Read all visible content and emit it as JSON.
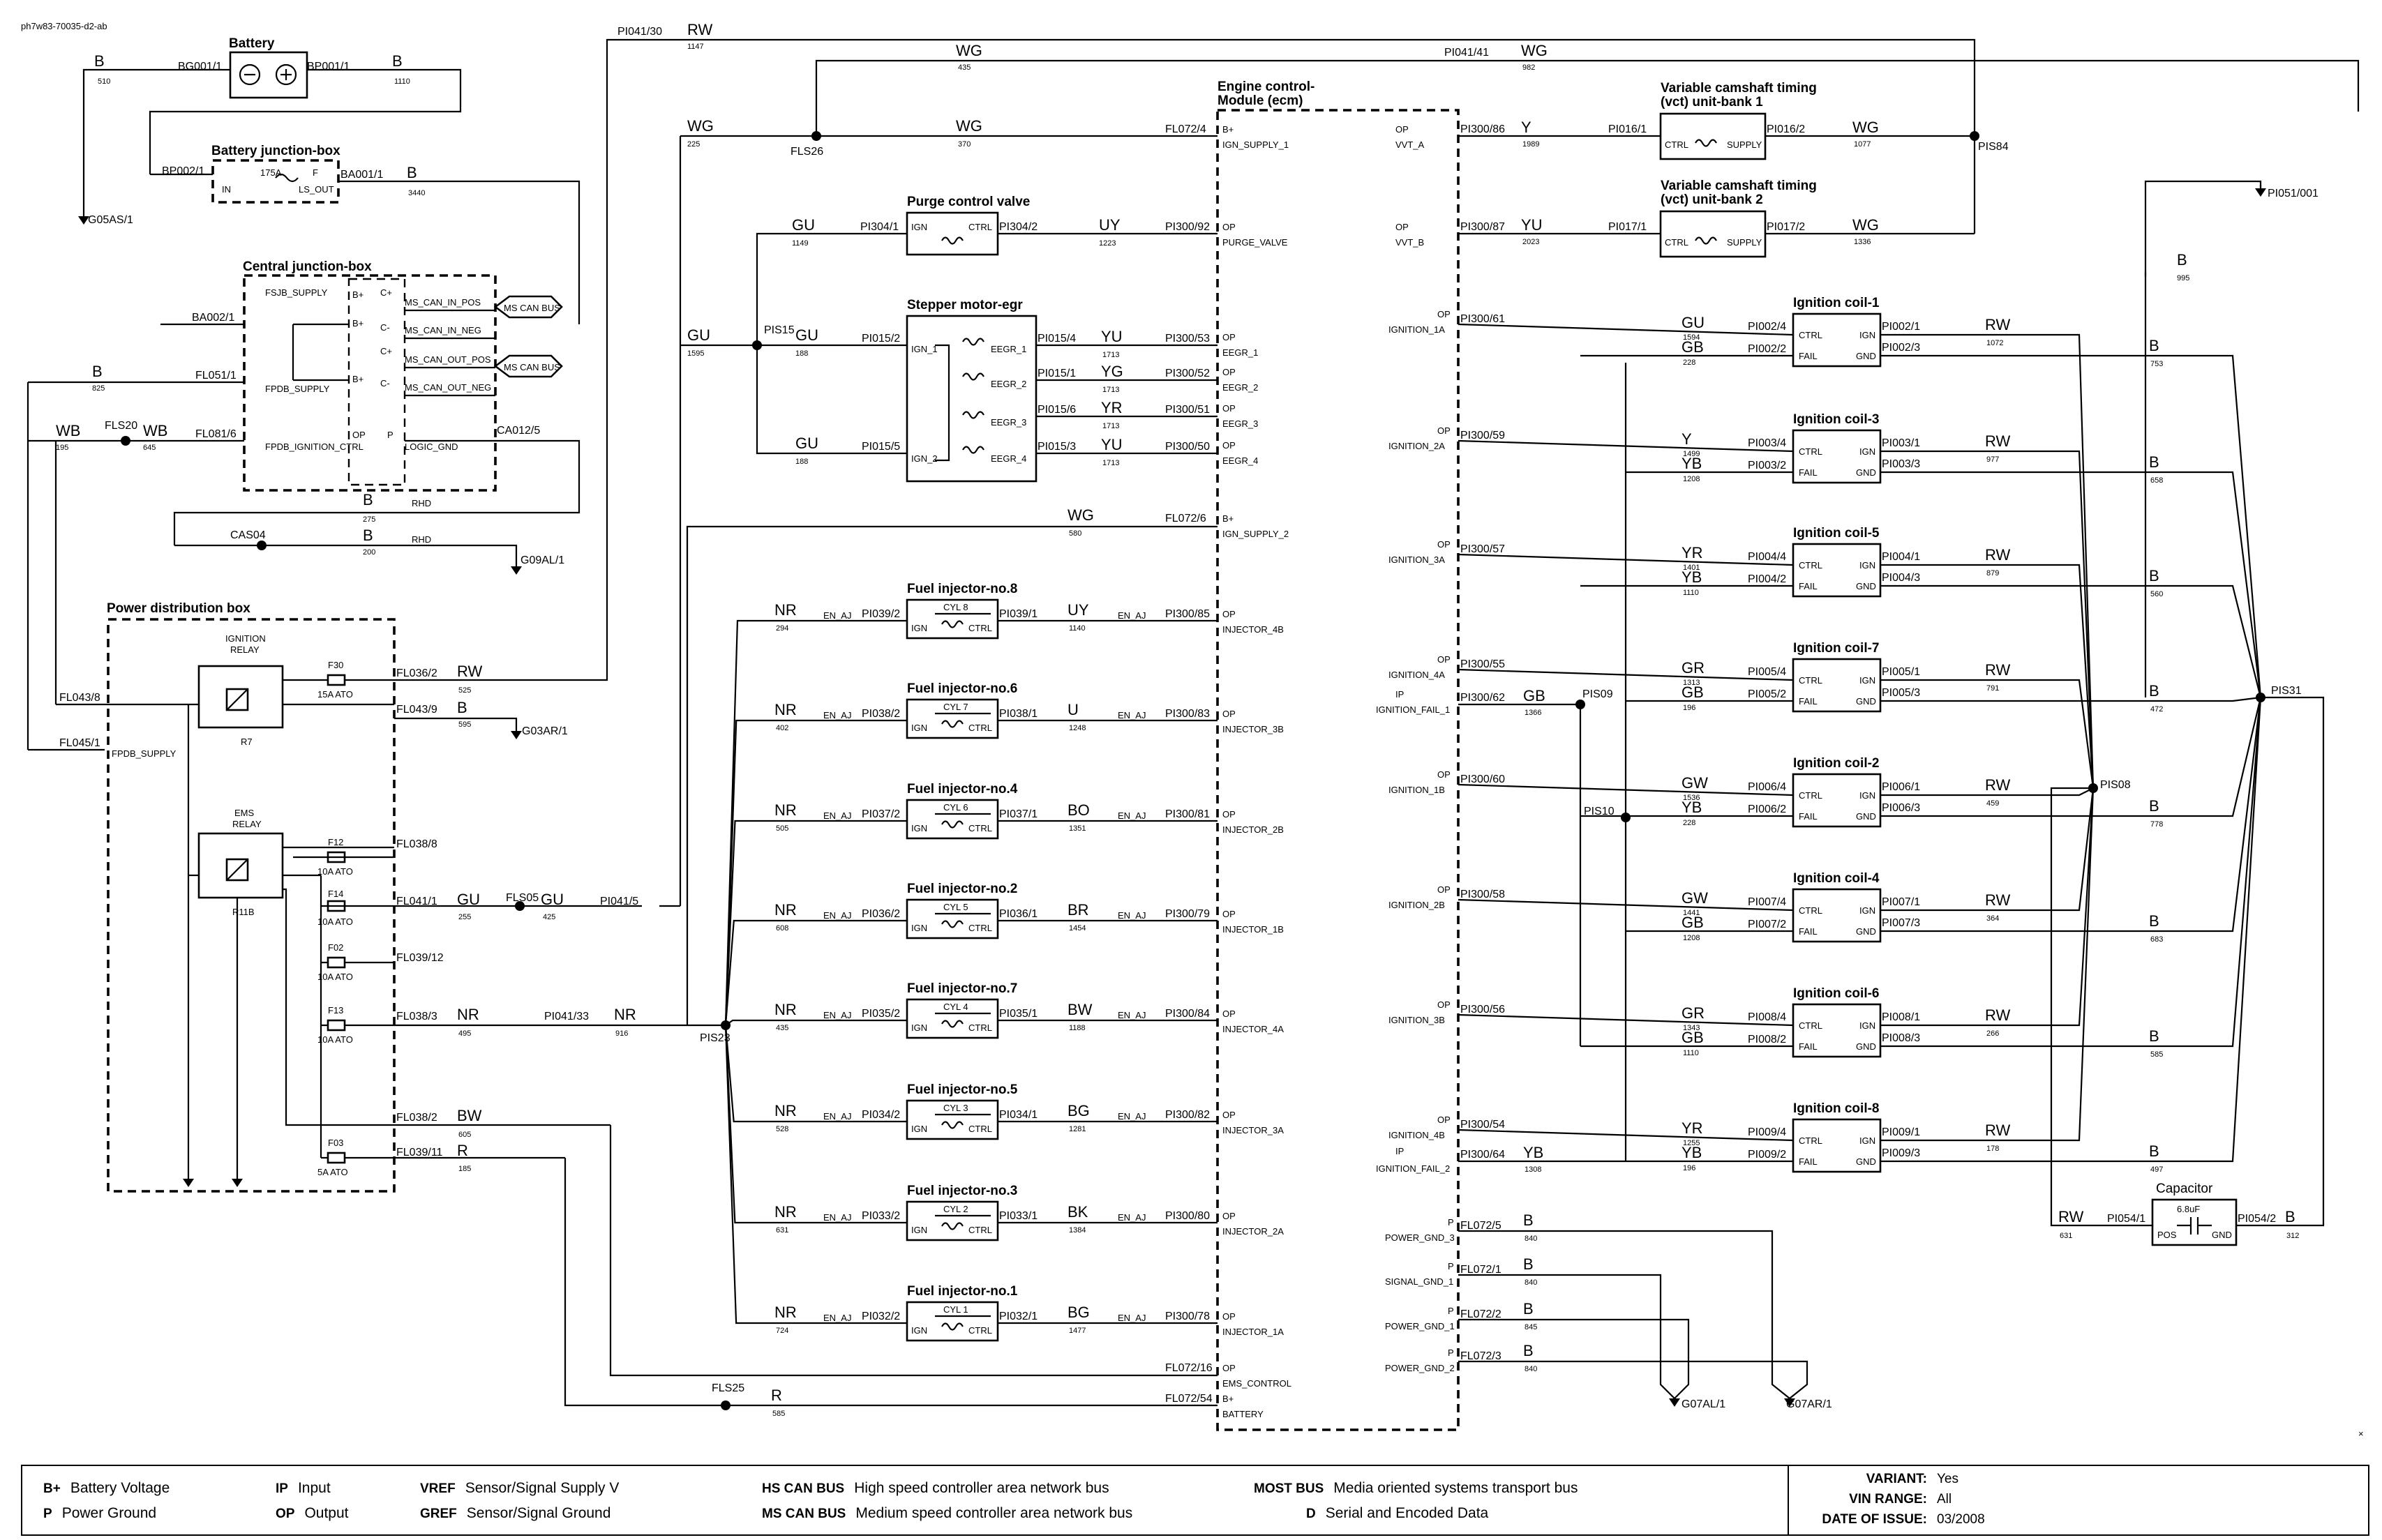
{
  "doc_id": "ph7w83-70035-d2-ab",
  "titles": {
    "battery": "Battery",
    "battery_jb": "Battery junction-box",
    "cjb": "Central junction-box",
    "pdb": "Power distribution box",
    "ecm": [
      "Engine control-",
      "Module (ecm)"
    ],
    "vct1": [
      "Variable camshaft timing",
      "(vct) unit-bank 1"
    ],
    "vct2": [
      "Variable camshaft timing",
      "(vct) unit-bank 2"
    ],
    "purge": "Purge control valve",
    "egr": "Stepper motor-egr",
    "capacitor": "Capacitor"
  },
  "top_left": {
    "bg001": "BG001/1",
    "bp001": "BP001/1",
    "b": "B",
    "n510": "510",
    "n1110": "1110",
    "bp002": "BP002/1",
    "ba001": "BA001/1",
    "n3440": "3440",
    "fuse_175": "175A",
    "fuse_f": "F",
    "in": "IN",
    "ls_out": "LS_OUT",
    "g05as": "G05AS/1",
    "ba002": "BA002/1",
    "fsjb": "FSJB_SUPPLY",
    "fpdb": "FPDB_SUPPLY",
    "fpdb_ign": "FPDB_IGNITION_CTRL",
    "fl051": "FL051/1",
    "n825": "825",
    "fl081": "FL081/6",
    "fls20": "FLS20",
    "wb": "WB",
    "n195": "195",
    "n645": "645",
    "ca012": "CA012/5",
    "logic_gnd": "LOGIC_GND",
    "op": "OP",
    "p": "P",
    "n275": "275",
    "rhd": "RHD",
    "cas04": "CAS04",
    "n200": "200",
    "g09al": "G09AL/1",
    "c_plus": "C+",
    "c_minus": "C-",
    "b_plus": "B+",
    "ms_can_in_pos": "MS_CAN_IN_POS",
    "ms_can_in_neg": "MS_CAN_IN_NEG",
    "ms_can_out_pos": "MS_CAN_OUT_POS",
    "ms_can_out_neg": "MS_CAN_OUT_NEG",
    "ms_can_bus": "MS CAN BUS"
  },
  "pdb": {
    "ign_relay": [
      "IGNITION",
      "RELAY"
    ],
    "r7": "R7",
    "ems_relay": [
      "EMS",
      "RELAY"
    ],
    "r11b": "R11B",
    "fl043_8": "FL043/8",
    "fl045_1": "FL045/1",
    "fpdb_supply": "FPDB_SUPPLY",
    "fuses": [
      {
        "id": "F30",
        "rating": "15A ATO"
      },
      {
        "id": "F12",
        "rating": "10A ATO"
      },
      {
        "id": "F14",
        "rating": "10A ATO"
      },
      {
        "id": "F02",
        "rating": "10A ATO"
      },
      {
        "id": "F13",
        "rating": "10A ATO"
      },
      {
        "id": "F03",
        "rating": "5A ATO"
      }
    ],
    "outputs": [
      {
        "conn": "FL036/2",
        "color": "RW",
        "num": "525"
      },
      {
        "conn": "FL043/9",
        "color": "B",
        "num": "595"
      },
      {
        "conn": "FL038/8",
        "color": "",
        "num": ""
      },
      {
        "conn": "FL041/1",
        "color": "GU",
        "num": "255"
      },
      {
        "conn": "FL039/12",
        "color": "",
        "num": ""
      },
      {
        "conn": "FL038/3",
        "color": "NR",
        "num": "495"
      },
      {
        "conn": "FL038/2",
        "color": "BW",
        "num": "605"
      },
      {
        "conn": "FL039/11",
        "color": "R",
        "num": "185"
      }
    ],
    "g03ar": "G03AR/1",
    "fls05": "FLS05",
    "gu425": "GU",
    "n425": "425",
    "pi041_5": "PI041/5",
    "pi041_33": "PI041/33",
    "nr916": "NR",
    "n916": "916",
    "fls25": "FLS25",
    "r585": "R",
    "n585": "585"
  },
  "top_feed": {
    "pi041_30": "PI041/30",
    "rw": "RW",
    "n1147": "1147",
    "wg435": "WG",
    "n435": "435",
    "pi041_41": "PI041/41",
    "wg982": "WG",
    "n982": "982",
    "wg225": "WG",
    "n225": "225",
    "fls26": "FLS26",
    "wg370": "WG",
    "n370": "370",
    "fl072_4": "FL072/4",
    "pis84": "PIS84",
    "wg580": "WG",
    "n580": "580",
    "fl072_6": "FL072/6"
  },
  "purge": {
    "pi304_1": "PI304/1",
    "pi304_2": "PI304/2",
    "ign": "IGN",
    "ctrl": "CTRL",
    "gu": "GU",
    "n1149": "1149",
    "uy": "UY",
    "n1223": "1223",
    "pi300_92": "PI300/92"
  },
  "egr": {
    "pis15": "PIS15",
    "gu1595": "GU",
    "n1595": "1595",
    "pi015_2": "PI015/2",
    "pi015_5": "PI015/5",
    "gu188": "GU",
    "n188": "188",
    "ign1": "IGN_1",
    "ign2": "IGN_2",
    "rows": [
      {
        "pin": "PI015/4",
        "sig": "EEGR_1",
        "color": "YU",
        "num": "1713",
        "ecm": "PI300/53"
      },
      {
        "pin": "PI015/1",
        "sig": "EEGR_2",
        "color": "YG",
        "num": "1713",
        "ecm": "PI300/52"
      },
      {
        "pin": "PI015/6",
        "sig": "EEGR_3",
        "color": "YR",
        "num": "1713",
        "ecm": "PI300/51"
      },
      {
        "pin": "PI015/3",
        "sig": "EEGR_4",
        "color": "YU",
        "num": "1713",
        "ecm": "PI300/50"
      }
    ]
  },
  "injectors": {
    "pis23": "PIS23",
    "en_aj": "EN_AJ",
    "ign": "IGN",
    "ctrl": "CTRL",
    "items": [
      {
        "title": "Fuel injector-no.8",
        "cyl": "CYL 8",
        "in": "PI039/2",
        "out": "PI039/1",
        "ic": "NR",
        "inum": "294",
        "oc": "UY",
        "onum": "1140",
        "ecm": "PI300/85",
        "sig": "INJECTOR_4B"
      },
      {
        "title": "Fuel injector-no.6",
        "cyl": "CYL 7",
        "in": "PI038/2",
        "out": "PI038/1",
        "ic": "NR",
        "inum": "402",
        "oc": "U",
        "onum": "1248",
        "ecm": "PI300/83",
        "sig": "INJECTOR_3B"
      },
      {
        "title": "Fuel injector-no.4",
        "cyl": "CYL 6",
        "in": "PI037/2",
        "out": "PI037/1",
        "ic": "NR",
        "inum": "505",
        "oc": "BO",
        "onum": "1351",
        "ecm": "PI300/81",
        "sig": "INJECTOR_2B"
      },
      {
        "title": "Fuel injector-no.2",
        "cyl": "CYL 5",
        "in": "PI036/2",
        "out": "PI036/1",
        "ic": "NR",
        "inum": "608",
        "oc": "BR",
        "onum": "1454",
        "ecm": "PI300/79",
        "sig": "INJECTOR_1B"
      },
      {
        "title": "Fuel injector-no.7",
        "cyl": "CYL 4",
        "in": "PI035/2",
        "out": "PI035/1",
        "ic": "NR",
        "inum": "435",
        "oc": "BW",
        "onum": "1188",
        "ecm": "PI300/84",
        "sig": "INJECTOR_4A"
      },
      {
        "title": "Fuel injector-no.5",
        "cyl": "CYL 3",
        "in": "PI034/2",
        "out": "PI034/1",
        "ic": "NR",
        "inum": "528",
        "oc": "BG",
        "onum": "1281",
        "ecm": "PI300/82",
        "sig": "INJECTOR_3A"
      },
      {
        "title": "Fuel injector-no.3",
        "cyl": "CYL 2",
        "in": "PI033/2",
        "out": "PI033/1",
        "ic": "NR",
        "inum": "631",
        "oc": "BK",
        "onum": "1384",
        "ecm": "PI300/80",
        "sig": "INJECTOR_2A"
      },
      {
        "title": "Fuel injector-no.1",
        "cyl": "CYL 1",
        "in": "PI032/2",
        "out": "PI032/1",
        "ic": "NR",
        "inum": "724",
        "oc": "BG",
        "onum": "1477",
        "ecm": "PI300/78",
        "sig": "INJECTOR_1A"
      }
    ]
  },
  "ecm_left": {
    "ign_supply_1": "IGN_SUPPLY_1",
    "purge_valve": "PURGE_VALVE",
    "ign_supply_2": "IGN_SUPPLY_2",
    "b_plus": "B+",
    "op": "OP",
    "eegr": [
      "EEGR_1",
      "EEGR_2",
      "EEGR_3",
      "EEGR_4"
    ],
    "fl072_16": "FL072/16",
    "ems_control": "EMS_CONTROL",
    "fl072_54": "FL072/54",
    "battery": "BATTERY"
  },
  "vct": {
    "ctrl": "CTRL",
    "supply": "SUPPLY",
    "op": "OP",
    "units": [
      {
        "ecm": "PI300/86",
        "sig": "VVT_A",
        "color": "Y",
        "num": "1989",
        "in": "PI016/1",
        "out": "PI016/2",
        "oc": "WG",
        "onum": "1077"
      },
      {
        "ecm": "PI300/87",
        "sig": "VVT_B",
        "color": "YU",
        "num": "2023",
        "in": "PI017/1",
        "out": "PI017/2",
        "oc": "WG",
        "onum": "1336"
      }
    ]
  },
  "coils": {
    "ctrl": "CTRL",
    "ign": "IGN",
    "fail": "FAIL",
    "gnd": "GND",
    "ip": "IP",
    "op": "OP",
    "pis31": "PIS31",
    "pis08": "PIS08",
    "pis09": "PIS09",
    "pis10": "PIS10",
    "pi051": "PI051/001",
    "b995": "B",
    "n995": "995",
    "gb_fail1": "GB",
    "n1366": "1366",
    "ign_fail_1": "IGNITION_FAIL_1",
    "pi300_62": "PI300/62",
    "yb_fail2": "YB",
    "n1308": "1308",
    "ign_fail_2": "IGNITION_FAIL_2",
    "pi300_64": "PI300/64",
    "items": [
      {
        "title": "Ignition coil-1",
        "ecm": "PI300/61",
        "sig": "IGNITION_1A",
        "cc": "GU",
        "cn": "1594",
        "cpin": "PI002/4",
        "fc": "GB",
        "fn": "228",
        "fpin": "PI002/2",
        "ipin": "PI002/1",
        "ic": "RW",
        "in": "1072",
        "gpin": "PI002/3",
        "gc": "B",
        "gn": "753"
      },
      {
        "title": "Ignition coil-3",
        "ecm": "PI300/59",
        "sig": "IGNITION_2A",
        "cc": "Y",
        "cn": "1499",
        "cpin": "PI003/4",
        "fc": "YB",
        "fn": "1208",
        "fpin": "PI003/2",
        "ipin": "PI003/1",
        "ic": "RW",
        "in": "977",
        "gpin": "PI003/3",
        "gc": "B",
        "gn": "658"
      },
      {
        "title": "Ignition coil-5",
        "ecm": "PI300/57",
        "sig": "IGNITION_3A",
        "cc": "YR",
        "cn": "1401",
        "cpin": "PI004/4",
        "fc": "YB",
        "fn": "1110",
        "fpin": "PI004/2",
        "ipin": "PI004/1",
        "ic": "RW",
        "in": "879",
        "gpin": "PI004/3",
        "gc": "B",
        "gn": "560"
      },
      {
        "title": "Ignition coil-7",
        "ecm": "PI300/55",
        "sig": "IGNITION_4A",
        "cc": "GR",
        "cn": "1313",
        "cpin": "PI005/4",
        "fc": "GB",
        "fn": "196",
        "fpin": "PI005/2",
        "ipin": "PI005/1",
        "ic": "RW",
        "in": "791",
        "gpin": "PI005/3",
        "gc": "B",
        "gn": "472"
      },
      {
        "title": "Ignition coil-2",
        "ecm": "PI300/60",
        "sig": "IGNITION_1B",
        "cc": "GW",
        "cn": "1536",
        "cpin": "PI006/4",
        "fc": "YB",
        "fn": "228",
        "fpin": "PI006/2",
        "ipin": "PI006/1",
        "ic": "RW",
        "in": "459",
        "gpin": "PI006/3",
        "gc": "B",
        "gn": "778"
      },
      {
        "title": "Ignition coil-4",
        "ecm": "PI300/58",
        "sig": "IGNITION_2B",
        "cc": "GW",
        "cn": "1441",
        "cpin": "PI007/4",
        "fc": "GB",
        "fn": "1208",
        "fpin": "PI007/2",
        "ipin": "PI007/1",
        "ic": "RW",
        "in": "364",
        "gpin": "PI007/3",
        "gc": "B",
        "gn": "683"
      },
      {
        "title": "Ignition coil-6",
        "ecm": "PI300/56",
        "sig": "IGNITION_3B",
        "cc": "GR",
        "cn": "1343",
        "cpin": "PI008/4",
        "fc": "GB",
        "fn": "1110",
        "fpin": "PI008/2",
        "ipin": "PI008/1",
        "ic": "RW",
        "in": "266",
        "gpin": "PI008/3",
        "gc": "B",
        "gn": "585"
      },
      {
        "title": "Ignition coil-8",
        "ecm": "PI300/54",
        "sig": "IGNITION_4B",
        "cc": "YR",
        "cn": "1255",
        "cpin": "PI009/4",
        "fc": "YB",
        "fn": "196",
        "fpin": "PI009/2",
        "ipin": "PI009/1",
        "ic": "RW",
        "in": "178",
        "gpin": "PI009/3",
        "gc": "B",
        "gn": "497"
      }
    ]
  },
  "capacitor": {
    "value": "6.8uF",
    "pos": "POS",
    "gnd": "GND",
    "in": "PI054/1",
    "out": "PI054/2",
    "ic": "RW",
    "inum": "631",
    "oc": "B",
    "onum": "312"
  },
  "grounds": {
    "p": "P",
    "rows": [
      {
        "conn": "FL072/5",
        "sig": "POWER_GND_3",
        "color": "B",
        "num": "840"
      },
      {
        "conn": "FL072/1",
        "sig": "SIGNAL_GND_1",
        "color": "B",
        "num": "840"
      },
      {
        "conn": "FL072/2",
        "sig": "POWER_GND_1",
        "color": "B",
        "num": "845"
      },
      {
        "conn": "FL072/3",
        "sig": "POWER_GND_2",
        "color": "B",
        "num": "840"
      }
    ],
    "g07al": "G07AL/1",
    "g07ar": "G07AR/1"
  },
  "legend": {
    "items": [
      {
        "code": "B+",
        "text": "Battery Voltage"
      },
      {
        "code": "P",
        "text": "Power Ground"
      },
      {
        "code": "IP",
        "text": "Input"
      },
      {
        "code": "OP",
        "text": "Output"
      },
      {
        "code": "VREF",
        "text": "Sensor/Signal Supply V"
      },
      {
        "code": "GREF",
        "text": "Sensor/Signal Ground"
      },
      {
        "code": "HS CAN BUS",
        "text": "High speed controller area network bus"
      },
      {
        "code": "MS CAN BUS",
        "text": "Medium speed controller area network bus"
      },
      {
        "code": "MOST BUS",
        "text": "Media oriented systems transport bus"
      },
      {
        "code": "D",
        "text": "Serial and Encoded Data"
      }
    ],
    "variant_label": "VARIANT:",
    "variant": "Yes",
    "vin_label": "VIN RANGE:",
    "vin": "All",
    "date_label": "DATE OF ISSUE:",
    "date": "03/2008"
  }
}
